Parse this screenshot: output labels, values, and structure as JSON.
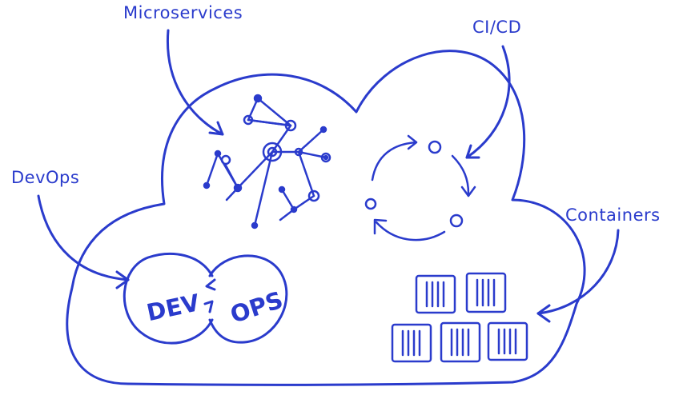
{
  "labels": {
    "microservices": "Microservices",
    "cicd": "CI/CD",
    "devops": "DevOps",
    "containers": "Containers"
  },
  "devops_cycle": {
    "dev": "DEV",
    "ops": "OPS"
  },
  "containers": {
    "count": 5
  },
  "colors": {
    "stroke": "#2a3bcc",
    "background": "#ffffff"
  }
}
